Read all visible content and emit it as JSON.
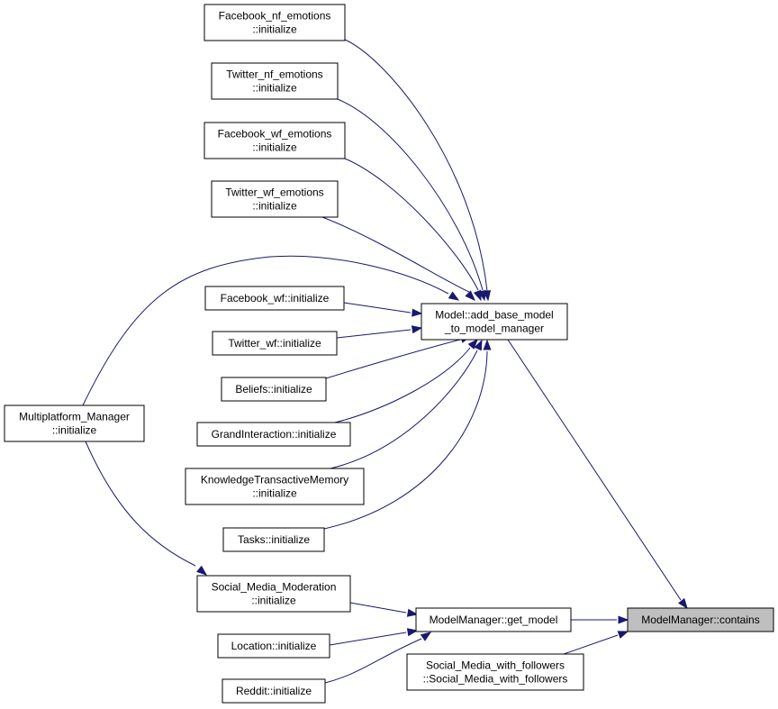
{
  "colors": {
    "edge": "#191970",
    "node_fill": "#ffffff",
    "node_border": "#000000",
    "highlight_fill": "#bfbfbf"
  },
  "nodes": {
    "fb_nf": [
      "Facebook_nf_emotions",
      "::initialize"
    ],
    "tw_nf": [
      "Twitter_nf_emotions",
      "::initialize"
    ],
    "fb_wf_e": [
      "Facebook_wf_emotions",
      "::initialize"
    ],
    "tw_wf_e": [
      "Twitter_wf_emotions",
      "::initialize"
    ],
    "fb_wf": [
      "Facebook_wf::initialize"
    ],
    "tw_wf": [
      "Twitter_wf::initialize"
    ],
    "beliefs": [
      "Beliefs::initialize"
    ],
    "grand": [
      "GrandInteraction::initialize"
    ],
    "ktm": [
      "KnowledgeTransactiveMemory",
      "::initialize"
    ],
    "tasks": [
      "Tasks::initialize"
    ],
    "mpm": [
      "Multiplatform_Manager",
      "::initialize"
    ],
    "smm": [
      "Social_Media_Moderation",
      "::initialize"
    ],
    "loc": [
      "Location::initialize"
    ],
    "reddit": [
      "Reddit::initialize"
    ],
    "abm": [
      "Model::add_base_model",
      "_to_model_manager"
    ],
    "getm": [
      "ModelManager::get_model"
    ],
    "smwf": [
      "Social_Media_with_followers",
      "::Social_Media_with_followers"
    ],
    "contains": [
      "ModelManager::contains"
    ]
  }
}
